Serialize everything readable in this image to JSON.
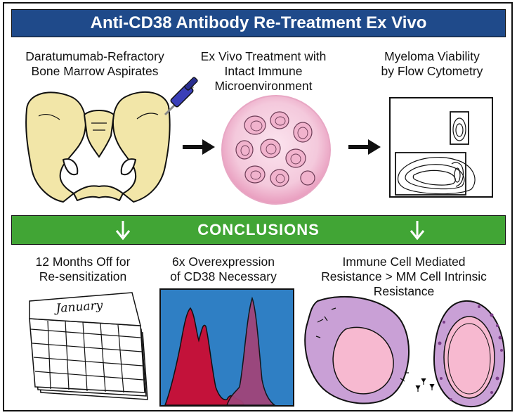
{
  "header": {
    "title": "Anti-CD38 Antibody Re-Treatment Ex Vivo"
  },
  "steps": [
    {
      "line1": "Daratumumab-Refractory",
      "line2": "Bone Marrow Aspirates",
      "line3": ""
    },
    {
      "line1": "Ex Vivo Treatment with",
      "line2": "Intact Immune",
      "line3": "Microenvironment"
    },
    {
      "line1": "Myeloma Viability",
      "line2": "by Flow Cytometry",
      "line3": ""
    }
  ],
  "conclusions": {
    "title": "CONCLUSIONS",
    "items": [
      {
        "line1": "12 Months Off for",
        "line2": "Re-sensitization",
        "line3": ""
      },
      {
        "line1": "6x Overexpression",
        "line2": "of CD38 Necessary",
        "line3": ""
      },
      {
        "line1": "Immune Cell Mediated",
        "line2": "Resistance > MM Cell Intrinsic",
        "line3": "Resistance"
      }
    ]
  },
  "calendar": {
    "month": "January"
  },
  "colors": {
    "header_bg": "#1f4a8a",
    "conclusions_bg": "#41a535",
    "bone": "#f2e6a8",
    "dish": "#f4c9dc",
    "histogram_bg": "#2f7fc4",
    "peak_left": "#c3123a",
    "peak_right": "#a0457a",
    "cell_outer": "#c9a0d6",
    "cell_nucleus": "#f7b9d0"
  },
  "icons": [
    "syringe-icon",
    "arrow-right-icon",
    "arrow-down-icon",
    "calendar-icon",
    "pelvis-illustration",
    "petri-dish-illustration",
    "flow-plot-illustration",
    "histogram-illustration",
    "cell-illustration"
  ]
}
